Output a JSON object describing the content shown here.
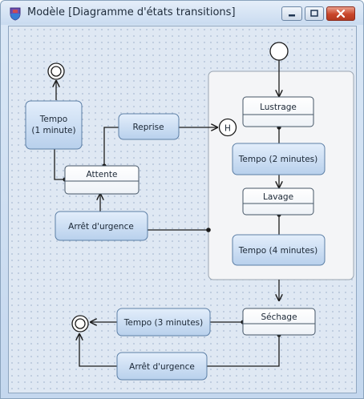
{
  "window": {
    "title": "Modèle [Diagramme d'états transitions]"
  },
  "icons": {
    "app": "shield-app-icon",
    "minimize": "minimize-icon",
    "maximize": "maximize-icon",
    "close": "close-icon"
  },
  "colors": {
    "canvas": "#dfe8f3",
    "state_fill": "#ffffff",
    "event_fill": "#cfe2f6",
    "edge": "#1b1b1b",
    "composite_fill": "#f6f6f6"
  },
  "diagram": {
    "states": {
      "lustrage": "Lustrage",
      "lavage": "Lavage",
      "attente": "Attente",
      "sechage": "Séchage"
    },
    "events": {
      "tempo_1": [
        "Tempo",
        "(1 minute)"
      ],
      "reprise": "Reprise",
      "tempo_2": "Tempo (2 minutes)",
      "tempo_4": "Tempo (4 minutes)",
      "arret_1": "Arrêt d'urgence",
      "tempo_3": "Tempo (3 minutes)",
      "arret_2": "Arrêt d'urgence"
    },
    "history": "H"
  }
}
